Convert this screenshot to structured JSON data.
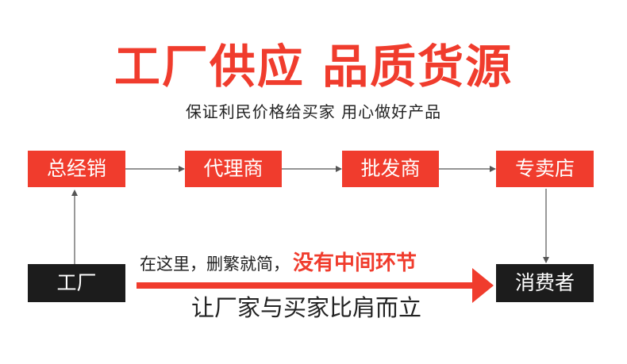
{
  "title": "工厂供应 品质货源",
  "subtitle": "保证利民价格给买家 用心做好产品",
  "nodes": {
    "general_distributor": "总经销",
    "agent": "代理商",
    "wholesaler": "批发商",
    "retail_store": "专卖店",
    "factory": "工厂",
    "consumer": "消费者"
  },
  "middle_text": {
    "normal": "在这里，删繁就简，",
    "emphasis": "没有中间环节"
  },
  "bottom_text": "让厂家与买家比肩而立",
  "colors": {
    "accent": "#f03c2d",
    "dark": "#1c1c1c",
    "text": "#222222",
    "line": "#555555"
  }
}
